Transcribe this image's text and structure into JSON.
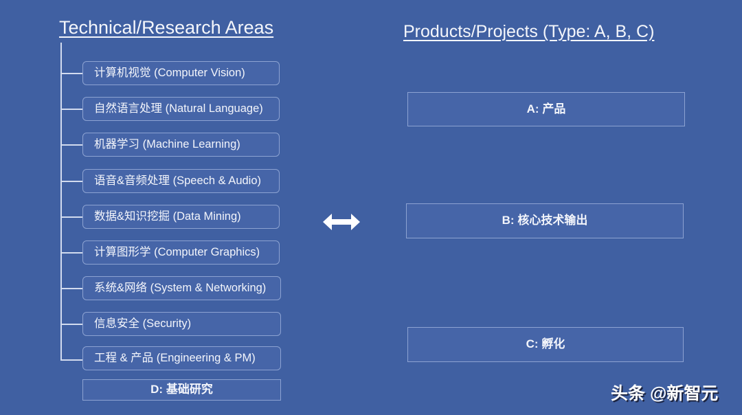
{
  "left": {
    "title": "Technical/Research Areas",
    "areas": [
      {
        "label": "计算机视觉 (Computer Vision)"
      },
      {
        "label": "自然语言处理 (Natural Language)"
      },
      {
        "label": "机器学习 (Machine Learning)"
      },
      {
        "label": "语音&音频处理 (Speech & Audio)"
      },
      {
        "label": "数据&知识挖掘 (Data Mining)"
      },
      {
        "label": "计算图形学 (Computer Graphics)"
      },
      {
        "label": "系统&网络 (System & Networking)"
      },
      {
        "label": "信息安全 (Security)"
      },
      {
        "label": "工程 & 产品 (Engineering & PM)"
      }
    ],
    "foundation": "D: 基础研究"
  },
  "connector": {
    "icon": "double-arrow-icon"
  },
  "right": {
    "title": "Products/Projects (Type: A, B, C)",
    "types": [
      {
        "label": "A: 产品"
      },
      {
        "label": "B: 核心技术输出"
      },
      {
        "label": "C: 孵化"
      }
    ]
  },
  "watermark": "头条 @新智元",
  "colors": {
    "background": "#4060a2",
    "box_fill": "#4665a8",
    "box_border": "#8da3d2",
    "line": "#d3dcef",
    "text": "#ffffff"
  }
}
